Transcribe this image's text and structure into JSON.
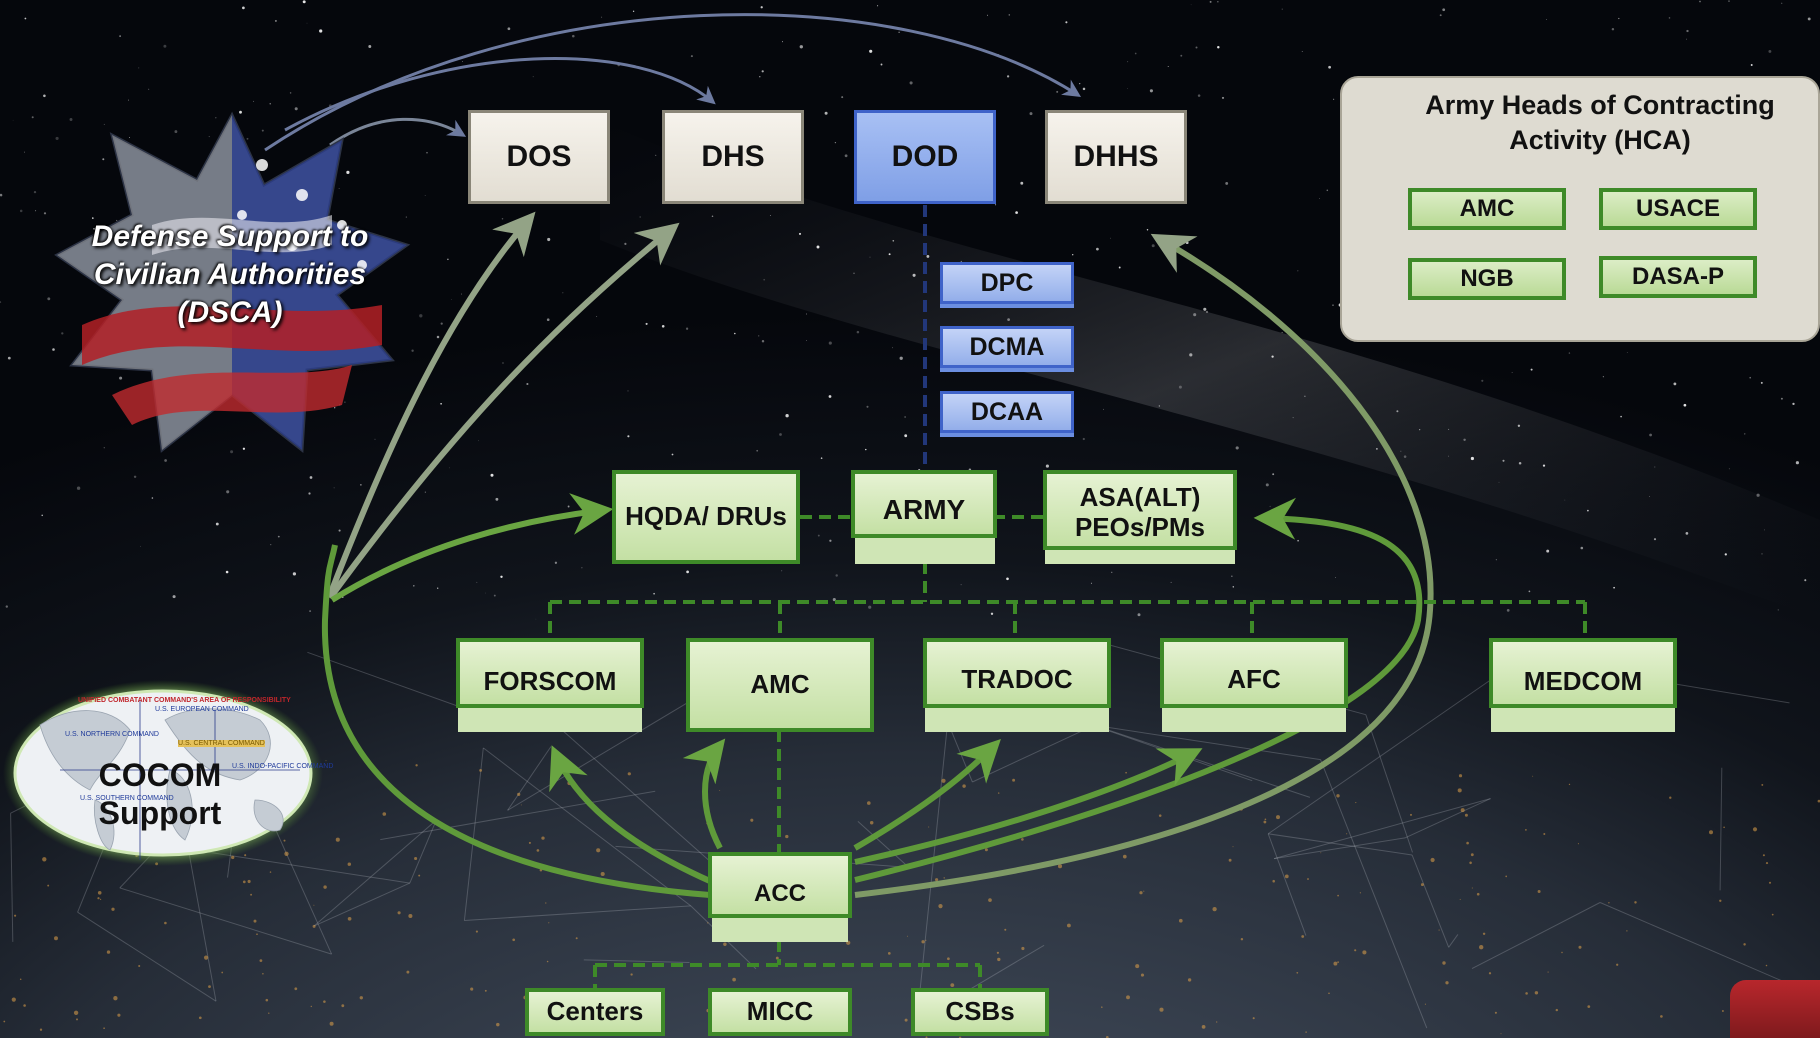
{
  "dsca": {
    "label": "Defense Support to Civilian Authorities (DSCA)"
  },
  "cocom": {
    "label": "COCOM Support"
  },
  "agencies": [
    {
      "id": "dos",
      "label": "DOS"
    },
    {
      "id": "dhs",
      "label": "DHS"
    },
    {
      "id": "dod",
      "label": "DOD"
    },
    {
      "id": "dhhs",
      "label": "DHHS"
    }
  ],
  "dod_components": [
    "DPC",
    "DCMA",
    "DCAA"
  ],
  "army_level": {
    "hqda": "HQDA/ DRUs",
    "army": "ARMY",
    "asa": "ASA(ALT) PEOs/PMs"
  },
  "commands": [
    "FORSCOM",
    "AMC",
    "TRADOC",
    "AFC",
    "MEDCOM"
  ],
  "acc": {
    "label": "ACC"
  },
  "acc_children": [
    "Centers",
    "MICC",
    "CSBs"
  ],
  "hca": {
    "title": "Army Heads of Contracting Activity (HCA)",
    "items": [
      "AMC",
      "USACE",
      "NGB",
      "DASA-P"
    ]
  },
  "map_labels": {
    "banner": "UNIFIED COMBATANT COMMAND'S AREA OF RESPONSIBILITY",
    "northern": "U.S. NORTHERN COMMAND",
    "european": "U.S. EUROPEAN COMMAND",
    "central": "U.S. CENTRAL COMMAND",
    "southern": "U.S. SOUTHERN COMMAND",
    "indopacific": "U.S. INDO-PACIFIC COMMAND"
  },
  "colors": {
    "green_border": "#3e8a28",
    "blue_border": "#3f63c9",
    "gray_border": "#8a8678",
    "arrow_green": "#5f9a3a",
    "arrow_gray": "#8c9a7a"
  }
}
